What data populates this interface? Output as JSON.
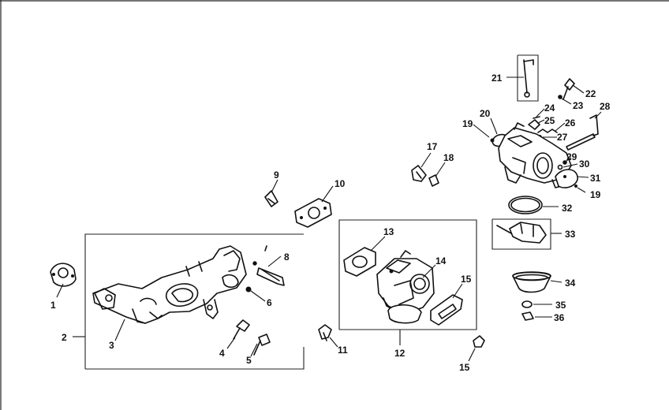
{
  "callouts": {
    "c1": "1",
    "c2": "2",
    "c3": "3",
    "c4": "4",
    "c5": "5",
    "c6": "6",
    "c8": "8",
    "c9": "9",
    "c10": "10",
    "c11": "11",
    "c12": "12",
    "c13": "13",
    "c14": "14",
    "c15a": "15",
    "c15b": "15",
    "c17": "17",
    "c18": "18",
    "c19a": "19",
    "c19b": "19",
    "c20": "20",
    "c21": "21",
    "c22": "22",
    "c23": "23",
    "c24": "24",
    "c25": "25",
    "c26": "26",
    "c27": "27",
    "c28": "28",
    "c29": "29",
    "c30": "30",
    "c31": "31",
    "c32": "32",
    "c33": "33",
    "c34": "34",
    "c35": "35",
    "c36": "36"
  }
}
